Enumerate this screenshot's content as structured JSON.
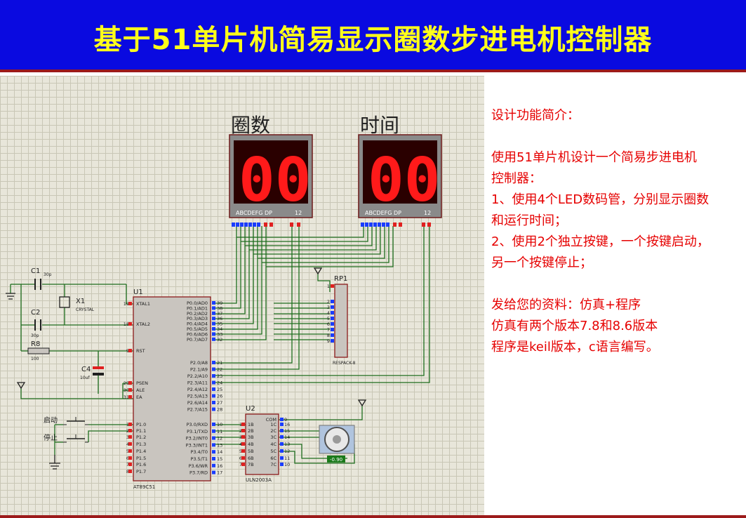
{
  "header": {
    "title": "基于51单片机简易显示圈数步进电机控制器"
  },
  "schematic": {
    "display1": {
      "label": "圈数",
      "digits": "00",
      "pins": "ABCDEFG  DP",
      "pins2": "12"
    },
    "display2": {
      "label": "时间",
      "digits": "00",
      "pins": "ABCDEFG  DP",
      "pins2": "12"
    },
    "u1": {
      "ref": "U1",
      "part": "AT89C51",
      "left_pins": [
        "XTAL1",
        "XTAL2",
        "RST",
        "PSEN",
        "ALE",
        "EA",
        "P1.0",
        "P1.1",
        "P1.2",
        "P1.3",
        "P1.4",
        "P1.5",
        "P1.6",
        "P1.7"
      ],
      "left_nums": [
        "19",
        "18",
        "9",
        "29",
        "30",
        "31",
        "1",
        "2",
        "3",
        "4",
        "5",
        "6",
        "7",
        "8"
      ],
      "right_pins": [
        "P0.0/AD0",
        "P0.1/AD1",
        "P0.2/AD2",
        "P0.3/AD3",
        "P0.4/AD4",
        "P0.5/AD5",
        "P0.6/AD6",
        "P0.7/AD7",
        "P2.0/A8",
        "P2.1/A9",
        "P2.2/A10",
        "P2.3/A11",
        "P2.4/A12",
        "P2.5/A13",
        "P2.6/A14",
        "P2.7/A15",
        "P3.0/RXD",
        "P3.1/TXD",
        "P3.2/INT0",
        "P3.3/INT1",
        "P3.4/T0",
        "P3.5/T1",
        "P3.6/WR",
        "P3.7/RD"
      ],
      "right_nums": [
        "39",
        "38",
        "37",
        "36",
        "35",
        "34",
        "33",
        "32",
        "21",
        "22",
        "23",
        "24",
        "25",
        "26",
        "27",
        "28",
        "10",
        "11",
        "12",
        "13",
        "14",
        "15",
        "16",
        "17"
      ]
    },
    "u2": {
      "ref": "U2",
      "part": "ULN2003A",
      "left_pins": [
        "1B",
        "2B",
        "3B",
        "4B",
        "5B",
        "6B",
        "7B"
      ],
      "left_nums": [
        "1",
        "2",
        "3",
        "4",
        "5",
        "6",
        "7"
      ],
      "right_pins": [
        "COM",
        "1C",
        "2C",
        "3C",
        "4C",
        "5C",
        "6C",
        "7C"
      ],
      "right_nums": [
        "9",
        "16",
        "15",
        "14",
        "13",
        "12",
        "11",
        "10"
      ]
    },
    "rp1": {
      "ref": "RP1",
      "part": "RESPACK-8",
      "nums": [
        "1",
        "2",
        "3",
        "4",
        "5",
        "6",
        "7",
        "8",
        "9"
      ]
    },
    "c1": {
      "ref": "C1",
      "value": "30p"
    },
    "c2": {
      "ref": "C2",
      "value": "30p"
    },
    "c4": {
      "ref": "C4",
      "value": "10uf"
    },
    "r8": {
      "ref": "R8",
      "value": "100"
    },
    "x1": {
      "ref": "X1",
      "value": "CRYSTAL"
    },
    "btn_start": "启动",
    "btn_stop": "停止",
    "motor_value": "-0.90"
  },
  "description": {
    "heading": "设计功能简介：",
    "lines1": [
      "使用51单片机设计一个简易步进电机",
      "控制器：",
      "1、使用4个LED数码管，分别显示圈数",
      "和运行时间；",
      "2、使用2个独立按键，一个按键启动，",
      "另一个按键停止；"
    ],
    "lines2": [
      "发给您的资料：仿真+程序",
      "仿真有两个版本7.8和8.6版本",
      "程序是keil版本，c语言编写。"
    ]
  }
}
